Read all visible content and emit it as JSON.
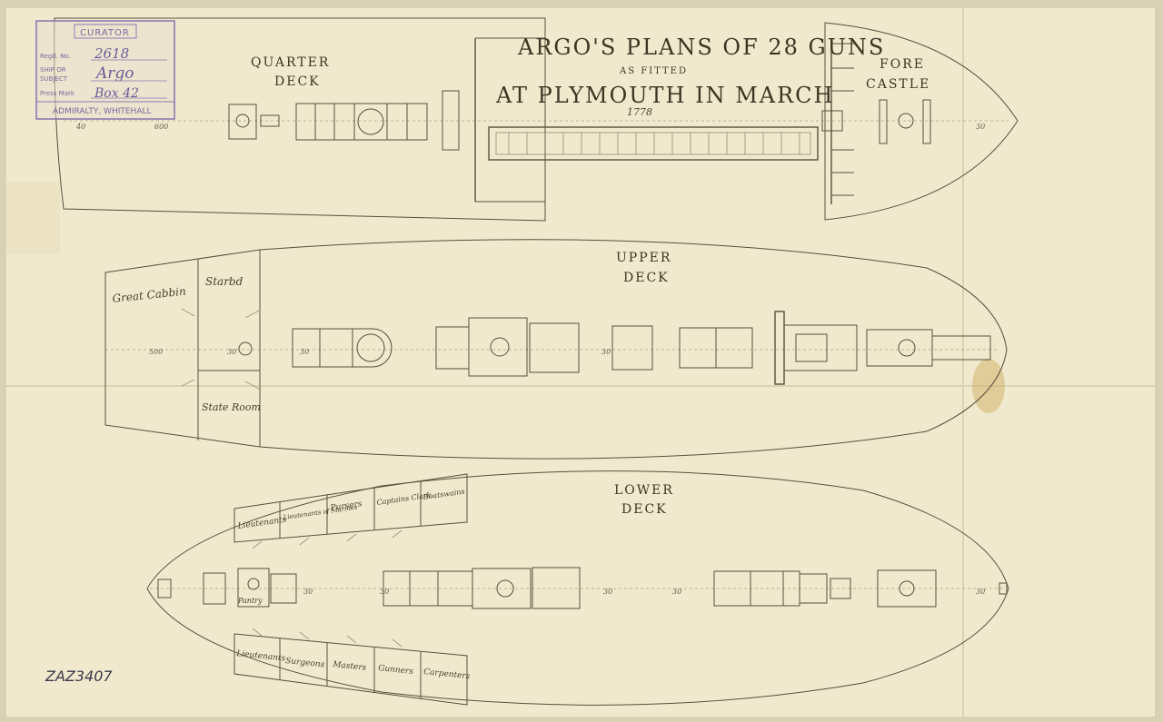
{
  "title": {
    "line1": "ARGO'S PLANS OF 28 GUNS",
    "line2": "AS FITTED",
    "line3": "AT PLYMOUTH IN MARCH",
    "year": "1778"
  },
  "stamp": {
    "header": "CURATOR",
    "regd_label": "Regd. No.",
    "regd_value": "2618",
    "ship_label": "SHIP OR",
    "subject_label": "SUBJECT",
    "ship_value": "Argo",
    "press_label": "Press Mark",
    "press_value": "Box 42",
    "footer": "ADMIRALTY, WHITEHALL"
  },
  "decks": {
    "quarter_deck": {
      "line1": "QUARTER",
      "line2": "DECK"
    },
    "fore_castle": {
      "line1": "FORE",
      "line2": "CASTLE"
    },
    "upper_deck": {
      "line1": "UPPER",
      "line2": "DECK"
    },
    "lower_deck": {
      "line1": "LOWER",
      "line2": "DECK"
    }
  },
  "upper_rooms": {
    "great_cabbin": "Great Cabbin",
    "starboard": "Starbd",
    "state_room": "State Room"
  },
  "lower_cabins_top": [
    "Lieutenants",
    "Lieutenants of Marines",
    "Pursers",
    "Captains Clark",
    "Boatswains"
  ],
  "lower_cabins_bottom": [
    "Lieutenants",
    "Surgeons",
    "Masters",
    "Gunners",
    "Carpenters"
  ],
  "lower_pantry": "Pantry",
  "reference_number": "ZAZ3407"
}
